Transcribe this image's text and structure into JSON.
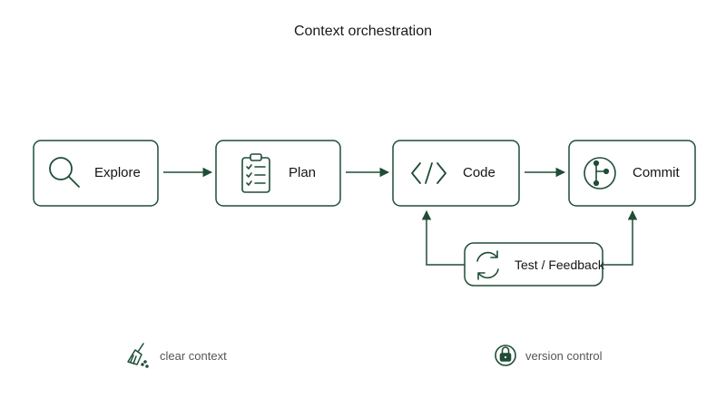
{
  "title": "Context orchestration",
  "colors": {
    "accent": "#1f4d36",
    "text": "#141414",
    "muted": "#555555",
    "background": "#ffffff"
  },
  "nodes": [
    {
      "id": "explore",
      "label": "Explore",
      "icon": "magnifier-icon"
    },
    {
      "id": "plan",
      "label": "Plan",
      "icon": "clipboard-checklist-icon"
    },
    {
      "id": "code",
      "label": "Code",
      "icon": "code-brackets-icon"
    },
    {
      "id": "commit",
      "label": "Commit",
      "icon": "git-commit-icon"
    }
  ],
  "feedback": {
    "label": "Test / Feedback",
    "icon": "refresh-cycle-icon"
  },
  "legend": [
    {
      "label": "clear context",
      "icon": "broom-icon"
    },
    {
      "label": "version control",
      "icon": "lock-icon"
    }
  ]
}
